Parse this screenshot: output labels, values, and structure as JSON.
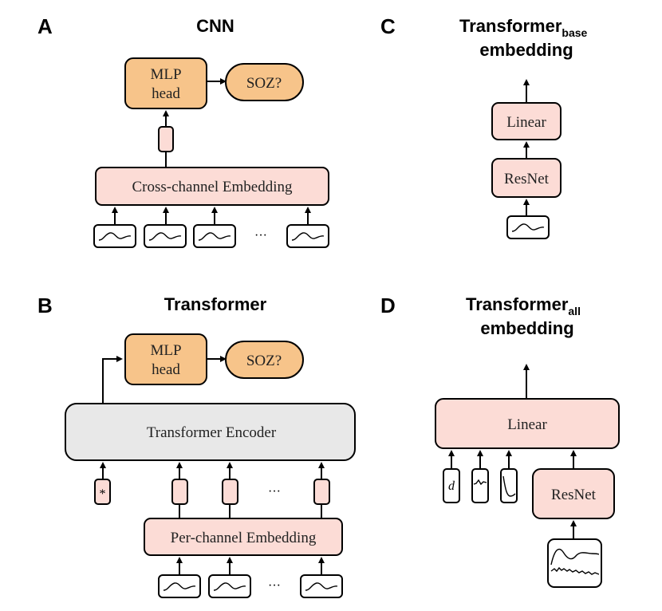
{
  "panels": {
    "a": {
      "letter": "A",
      "title": "CNN",
      "mlp_line1": "MLP",
      "mlp_line2": "head",
      "output": "SOZ?",
      "embedding": "Cross-channel Embedding",
      "ellipsis": "···"
    },
    "b": {
      "letter": "B",
      "title": "Transformer",
      "mlp_line1": "MLP",
      "mlp_line2": "head",
      "output": "SOZ?",
      "encoder": "Transformer Encoder",
      "cls_token": "*",
      "embedding": "Per-channel Embedding",
      "ellipsis_tokens": "···",
      "ellipsis_inputs": "···"
    },
    "c": {
      "letter": "C",
      "title_main": "Transformer",
      "title_sub": "base",
      "title_line2": "embedding",
      "linear": "Linear",
      "resnet": "ResNet"
    },
    "d": {
      "letter": "D",
      "title_main": "Transformer",
      "title_sub": "all",
      "title_line2": "embedding",
      "linear": "Linear",
      "resnet": "ResNet",
      "feature_d": "d"
    }
  },
  "colors": {
    "pink": "#fcdcd6",
    "orange": "#f7c48a",
    "gray": "#e8e8e8"
  }
}
